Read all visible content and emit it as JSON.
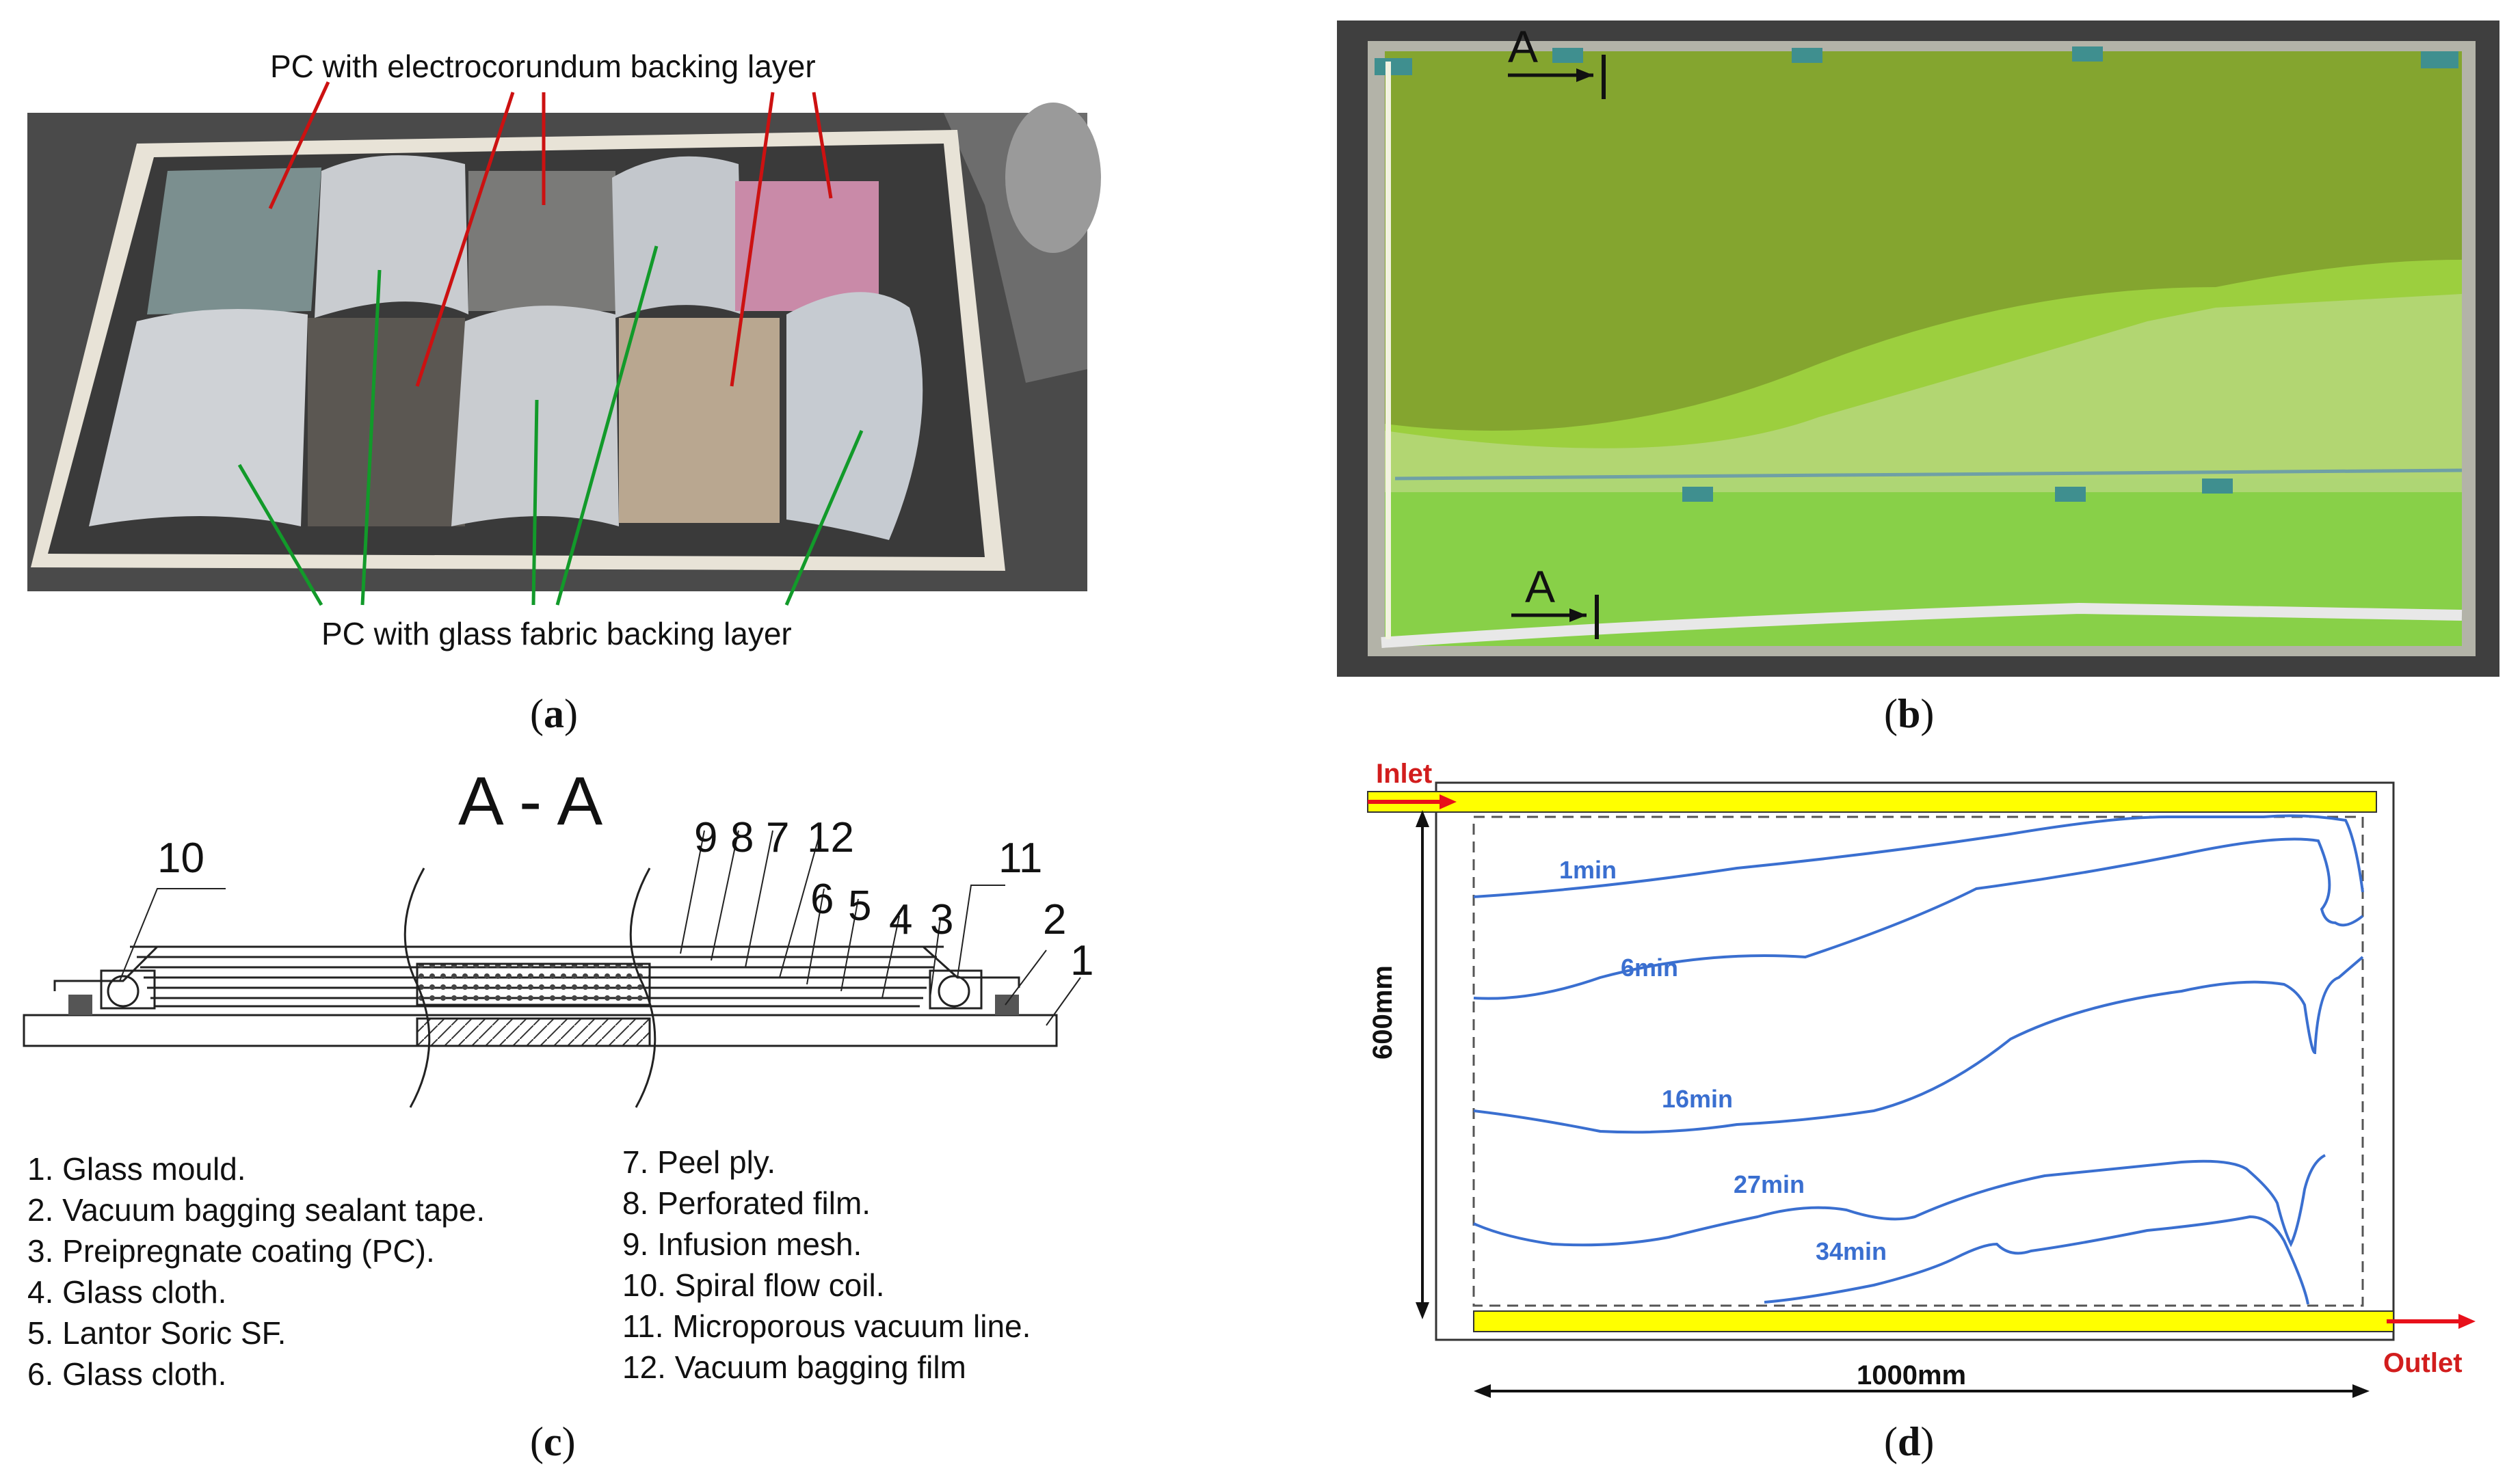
{
  "panels": {
    "a": {
      "label": "a",
      "annotation_top": "PC with electrocorundum backing layer",
      "annotation_bottom": "PC with glass fabric backing layer",
      "colors": {
        "red_arrow": "#cc1111",
        "green_arrow": "#129a2a"
      }
    },
    "b": {
      "label": "b",
      "section_mark_top": "A",
      "section_mark_bottom": "A"
    },
    "c": {
      "label": "c",
      "section_title": "A - A",
      "callouts": [
        "10",
        "9",
        "8",
        "7",
        "12",
        "6",
        "5",
        "4",
        "3",
        "11",
        "2",
        "1"
      ],
      "legend_left": [
        "1. Glass mould.",
        "2. Vacuum bagging sealant tape.",
        "3. Preipregnate coating (PC).",
        "4. Glass cloth.",
        "5. Lantor Soric SF.",
        "6. Glass cloth."
      ],
      "legend_right": [
        "7. Peel ply.",
        "8. Perforated film.",
        "9. Infusion mesh.",
        "10. Spiral flow coil.",
        "11. Microporous vacuum line.",
        "12. Vacuum bagging film"
      ]
    },
    "d": {
      "label": "d",
      "inlet": "Inlet",
      "outlet": "Outlet",
      "height_dim": "600mm",
      "width_dim": "1000mm",
      "flow_fronts": [
        "1min",
        "6min",
        "16min",
        "27min",
        "34min"
      ],
      "colors": {
        "channel": "#ffff00",
        "arrow": "#e8101a",
        "front": "#3a6fd0",
        "label_text": "#d21d1d"
      }
    }
  }
}
